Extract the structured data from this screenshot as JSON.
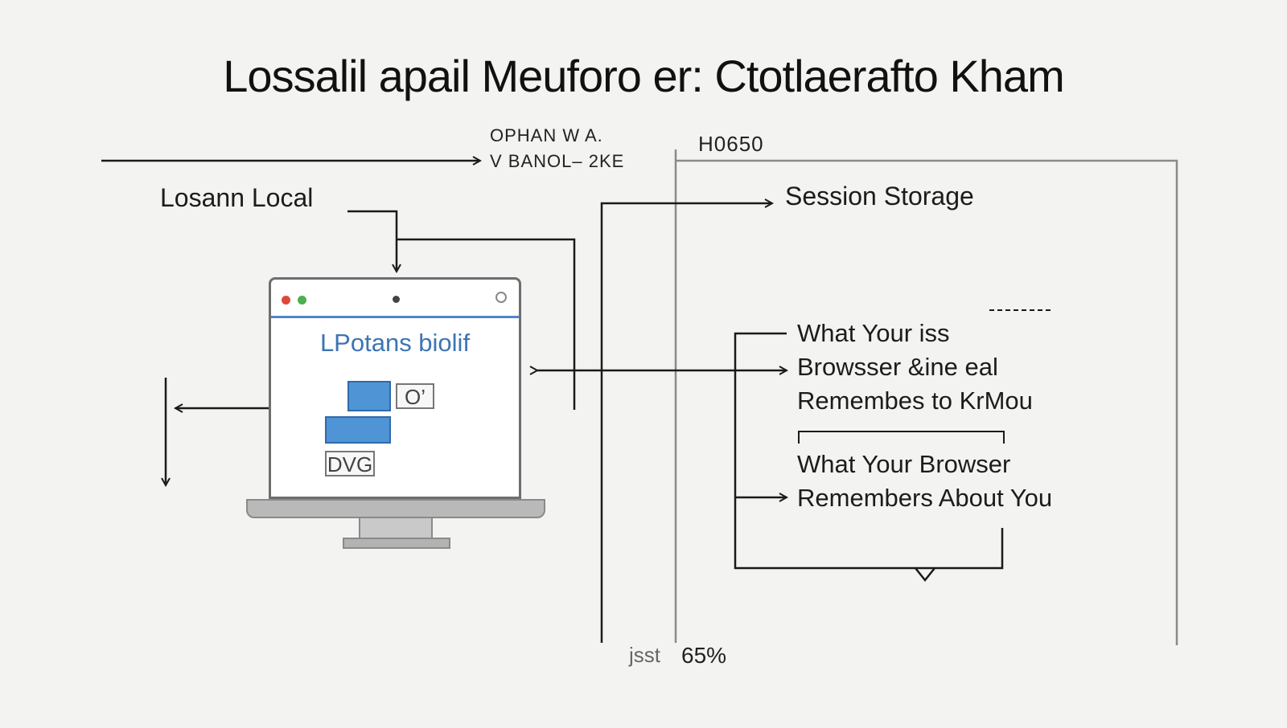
{
  "title": "Lossalil apail Meuforo er: Ctotlaerafto Kham",
  "top_labels": {
    "line1": "OPHAN  W A.",
    "line2": "V BANOL– 2KE",
    "right": "H0650"
  },
  "labels": {
    "local": "Losann Local",
    "session": "Session Storage"
  },
  "monitor": {
    "screen_text": "LPotans biolif",
    "tag_top": "O’",
    "tag_bottom": "DVG",
    "colors": {
      "red_dot": "#e0473c",
      "green_dot": "#4caf50",
      "accent": "#4f86c6"
    }
  },
  "box1": {
    "line1": "What Your iss",
    "line2": "Browsser &ine eal",
    "line3": "Remembes to KrMou"
  },
  "box2": {
    "line1": "What Your Browser",
    "line2": "Remembers About You"
  },
  "footer": {
    "prefix": "jsst",
    "value": "65%"
  }
}
